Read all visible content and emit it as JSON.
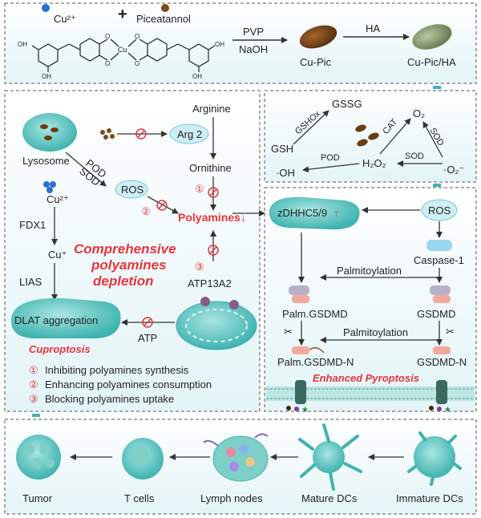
{
  "synthesis": {
    "cu_label": "Cu²⁺",
    "piceatannol_label": "Piceatannol",
    "cu_center": "Cu",
    "pvp": "PVP",
    "naoh": "NaOH",
    "ha": "HA",
    "cu_pic": "Cu-Pic",
    "cu_pic_ha": "Cu-Pic/HA",
    "oh_labels": [
      "OH",
      "OH",
      "OH",
      "OH"
    ],
    "o_labels": [
      "O",
      "O",
      "O",
      "O"
    ],
    "plus": "+"
  },
  "polyamines": {
    "lysosome": "Lysosome",
    "arg2": "Arg 2",
    "arginine": "Arginine",
    "ornithine": "Ornithine",
    "pod": "POD",
    "sod": "SOD",
    "ros": "ROS",
    "polyamines": "Polyamines↓",
    "cu2": "Cu²⁺",
    "fdx1": "FDX1",
    "cu_plus": "Cu⁺",
    "lias": "LIAS",
    "atp13a2": "ATP13A2",
    "comprehensive": [
      "Comprehensive",
      "polyamines",
      "depletion"
    ],
    "dlat": "DLAT aggregation",
    "atp": "ATP",
    "cuproptosis": "Cuproptosis",
    "circle_nums": [
      "①",
      "②",
      "③"
    ],
    "legend": [
      {
        "num": "①",
        "text": "Inhibiting polyamines synthesis"
      },
      {
        "num": "②",
        "text": "Enhancing polyamines consumption"
      },
      {
        "num": "③",
        "text": "Blocking polyamines uptake"
      }
    ]
  },
  "enzymes": {
    "gsh": "GSH",
    "gshox": "GSHOx",
    "gssg": "GSSG",
    "o2": "O₂",
    "cat": "CAT",
    "sod_right": "SOD",
    "h2o2": "H₂O₂",
    "sod_bottom": "SOD",
    "pod": "POD",
    "oh": "·OH",
    "o2rad": "·O₂⁻"
  },
  "pyroptosis": {
    "zdhhc": "zDHHC5/9",
    "zdhhc_arrow": "↑",
    "ros": "ROS",
    "caspase": "Caspase-1",
    "palmitoylation1": "Palmitoylation",
    "palm_gsdmd": "Palm.GSDMD",
    "gsdmd": "GSDMD",
    "palmitoylation2": "Palmitoylation",
    "palm_gsdmd_n": "Palm.GSDMD-N",
    "gsdmd_n": "GSDMD-N",
    "enhanced": "Enhanced Pyroptosis"
  },
  "immune": {
    "stages": [
      "Tumor",
      "T cells",
      "Lymph nodes",
      "Mature DCs",
      "Immature DCs"
    ]
  },
  "colors": {
    "teal": "#5cc4c2",
    "red": "#e8333c",
    "panel_bg": "#eaf6f8"
  }
}
